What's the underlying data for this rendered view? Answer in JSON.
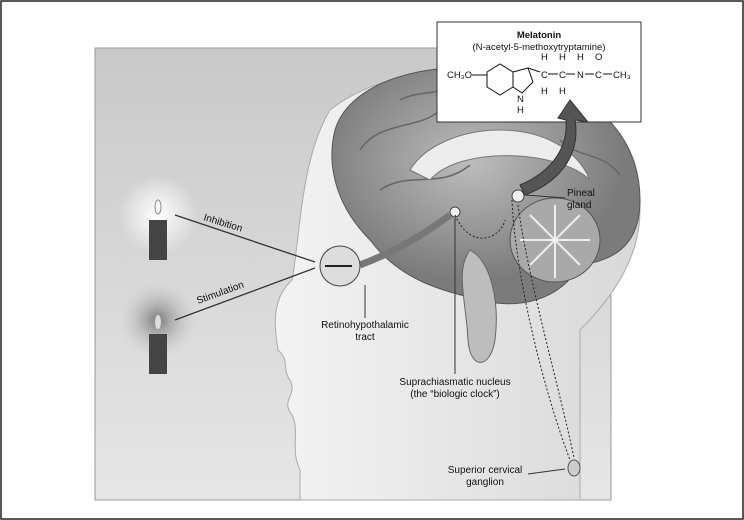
{
  "molecule_box": {
    "title": "Melatonin",
    "subtitle": "(N-acetyl-5-methoxytryptamine)",
    "formula_parts": {
      "methoxy": "CH₃O",
      "ring_n": "N",
      "h": "H",
      "c": "C",
      "n": "N",
      "o": "O",
      "methyl": "CH₃"
    }
  },
  "labels": {
    "inhibition": "Inhibition",
    "stimulation": "Stimulation",
    "pineal_line1": "Pineal",
    "pineal_line2": "gland",
    "rht_line1": "Retinohypothalamic",
    "rht_line2": "tract",
    "scn_line1": "Suprachiasmatic nucleus",
    "scn_line2": "(the “biologic clock”)",
    "scg_line1": "Superior cervical",
    "scg_line2": "ganglion"
  }
}
